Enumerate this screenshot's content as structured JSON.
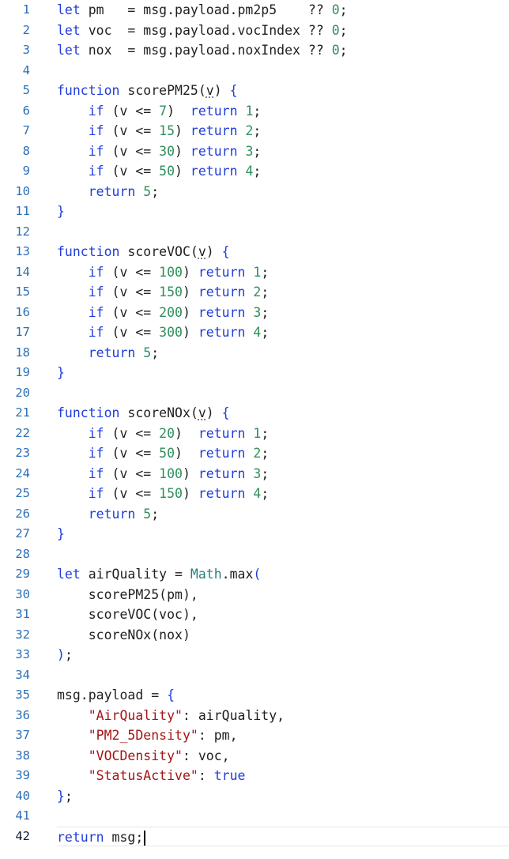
{
  "editor": {
    "lines": [
      {
        "n": "1",
        "tokens": [
          [
            "kw",
            "let"
          ],
          [
            "t",
            " pm   = msg.payload.pm2p5    ?? "
          ],
          [
            "num",
            "0"
          ],
          [
            "t",
            ";"
          ]
        ]
      },
      {
        "n": "2",
        "tokens": [
          [
            "kw",
            "let"
          ],
          [
            "t",
            " voc  = msg.payload.vocIndex ?? "
          ],
          [
            "num",
            "0"
          ],
          [
            "t",
            ";"
          ]
        ]
      },
      {
        "n": "3",
        "tokens": [
          [
            "kw",
            "let"
          ],
          [
            "t",
            " nox  = msg.payload.noxIndex ?? "
          ],
          [
            "num",
            "0"
          ],
          [
            "t",
            ";"
          ]
        ]
      },
      {
        "n": "4",
        "tokens": []
      },
      {
        "n": "5",
        "tokens": [
          [
            "kw",
            "function"
          ],
          [
            "t",
            " scorePM25("
          ],
          [
            "param",
            "v"
          ],
          [
            "t",
            ") "
          ],
          [
            "brace",
            "{"
          ]
        ]
      },
      {
        "n": "6",
        "tokens": [
          [
            "t",
            "    "
          ],
          [
            "kw",
            "if"
          ],
          [
            "t",
            " (v <= "
          ],
          [
            "num",
            "7"
          ],
          [
            "t",
            ")  "
          ],
          [
            "kw",
            "return"
          ],
          [
            "t",
            " "
          ],
          [
            "num",
            "1"
          ],
          [
            "t",
            ";"
          ]
        ]
      },
      {
        "n": "7",
        "tokens": [
          [
            "t",
            "    "
          ],
          [
            "kw",
            "if"
          ],
          [
            "t",
            " (v <= "
          ],
          [
            "num",
            "15"
          ],
          [
            "t",
            ") "
          ],
          [
            "kw",
            "return"
          ],
          [
            "t",
            " "
          ],
          [
            "num",
            "2"
          ],
          [
            "t",
            ";"
          ]
        ]
      },
      {
        "n": "8",
        "tokens": [
          [
            "t",
            "    "
          ],
          [
            "kw",
            "if"
          ],
          [
            "t",
            " (v <= "
          ],
          [
            "num",
            "30"
          ],
          [
            "t",
            ") "
          ],
          [
            "kw",
            "return"
          ],
          [
            "t",
            " "
          ],
          [
            "num",
            "3"
          ],
          [
            "t",
            ";"
          ]
        ]
      },
      {
        "n": "9",
        "tokens": [
          [
            "t",
            "    "
          ],
          [
            "kw",
            "if"
          ],
          [
            "t",
            " (v <= "
          ],
          [
            "num",
            "50"
          ],
          [
            "t",
            ") "
          ],
          [
            "kw",
            "return"
          ],
          [
            "t",
            " "
          ],
          [
            "num",
            "4"
          ],
          [
            "t",
            ";"
          ]
        ]
      },
      {
        "n": "10",
        "tokens": [
          [
            "t",
            "    "
          ],
          [
            "kw",
            "return"
          ],
          [
            "t",
            " "
          ],
          [
            "num",
            "5"
          ],
          [
            "t",
            ";"
          ]
        ]
      },
      {
        "n": "11",
        "tokens": [
          [
            "brace",
            "}"
          ]
        ]
      },
      {
        "n": "12",
        "tokens": []
      },
      {
        "n": "13",
        "tokens": [
          [
            "kw",
            "function"
          ],
          [
            "t",
            " scoreVOC("
          ],
          [
            "param",
            "v"
          ],
          [
            "t",
            ") "
          ],
          [
            "brace",
            "{"
          ]
        ]
      },
      {
        "n": "14",
        "tokens": [
          [
            "t",
            "    "
          ],
          [
            "kw",
            "if"
          ],
          [
            "t",
            " (v <= "
          ],
          [
            "num",
            "100"
          ],
          [
            "t",
            ") "
          ],
          [
            "kw",
            "return"
          ],
          [
            "t",
            " "
          ],
          [
            "num",
            "1"
          ],
          [
            "t",
            ";"
          ]
        ]
      },
      {
        "n": "15",
        "tokens": [
          [
            "t",
            "    "
          ],
          [
            "kw",
            "if"
          ],
          [
            "t",
            " (v <= "
          ],
          [
            "num",
            "150"
          ],
          [
            "t",
            ") "
          ],
          [
            "kw",
            "return"
          ],
          [
            "t",
            " "
          ],
          [
            "num",
            "2"
          ],
          [
            "t",
            ";"
          ]
        ]
      },
      {
        "n": "16",
        "tokens": [
          [
            "t",
            "    "
          ],
          [
            "kw",
            "if"
          ],
          [
            "t",
            " (v <= "
          ],
          [
            "num",
            "200"
          ],
          [
            "t",
            ") "
          ],
          [
            "kw",
            "return"
          ],
          [
            "t",
            " "
          ],
          [
            "num",
            "3"
          ],
          [
            "t",
            ";"
          ]
        ]
      },
      {
        "n": "17",
        "tokens": [
          [
            "t",
            "    "
          ],
          [
            "kw",
            "if"
          ],
          [
            "t",
            " (v <= "
          ],
          [
            "num",
            "300"
          ],
          [
            "t",
            ") "
          ],
          [
            "kw",
            "return"
          ],
          [
            "t",
            " "
          ],
          [
            "num",
            "4"
          ],
          [
            "t",
            ";"
          ]
        ]
      },
      {
        "n": "18",
        "tokens": [
          [
            "t",
            "    "
          ],
          [
            "kw",
            "return"
          ],
          [
            "t",
            " "
          ],
          [
            "num",
            "5"
          ],
          [
            "t",
            ";"
          ]
        ]
      },
      {
        "n": "19",
        "tokens": [
          [
            "brace",
            "}"
          ]
        ]
      },
      {
        "n": "20",
        "tokens": []
      },
      {
        "n": "21",
        "tokens": [
          [
            "kw",
            "function"
          ],
          [
            "t",
            " scoreNOx("
          ],
          [
            "param",
            "v"
          ],
          [
            "t",
            ") "
          ],
          [
            "brace",
            "{"
          ]
        ]
      },
      {
        "n": "22",
        "tokens": [
          [
            "t",
            "    "
          ],
          [
            "kw",
            "if"
          ],
          [
            "t",
            " (v <= "
          ],
          [
            "num",
            "20"
          ],
          [
            "t",
            ")  "
          ],
          [
            "kw",
            "return"
          ],
          [
            "t",
            " "
          ],
          [
            "num",
            "1"
          ],
          [
            "t",
            ";"
          ]
        ]
      },
      {
        "n": "23",
        "tokens": [
          [
            "t",
            "    "
          ],
          [
            "kw",
            "if"
          ],
          [
            "t",
            " (v <= "
          ],
          [
            "num",
            "50"
          ],
          [
            "t",
            ")  "
          ],
          [
            "kw",
            "return"
          ],
          [
            "t",
            " "
          ],
          [
            "num",
            "2"
          ],
          [
            "t",
            ";"
          ]
        ]
      },
      {
        "n": "24",
        "tokens": [
          [
            "t",
            "    "
          ],
          [
            "kw",
            "if"
          ],
          [
            "t",
            " (v <= "
          ],
          [
            "num",
            "100"
          ],
          [
            "t",
            ") "
          ],
          [
            "kw",
            "return"
          ],
          [
            "t",
            " "
          ],
          [
            "num",
            "3"
          ],
          [
            "t",
            ";"
          ]
        ]
      },
      {
        "n": "25",
        "tokens": [
          [
            "t",
            "    "
          ],
          [
            "kw",
            "if"
          ],
          [
            "t",
            " (v <= "
          ],
          [
            "num",
            "150"
          ],
          [
            "t",
            ") "
          ],
          [
            "kw",
            "return"
          ],
          [
            "t",
            " "
          ],
          [
            "num",
            "4"
          ],
          [
            "t",
            ";"
          ]
        ]
      },
      {
        "n": "26",
        "tokens": [
          [
            "t",
            "    "
          ],
          [
            "kw",
            "return"
          ],
          [
            "t",
            " "
          ],
          [
            "num",
            "5"
          ],
          [
            "t",
            ";"
          ]
        ]
      },
      {
        "n": "27",
        "tokens": [
          [
            "brace",
            "}"
          ]
        ]
      },
      {
        "n": "28",
        "tokens": []
      },
      {
        "n": "29",
        "tokens": [
          [
            "kw",
            "let"
          ],
          [
            "t",
            " airQuality = "
          ],
          [
            "type",
            "Math"
          ],
          [
            "t",
            ".max"
          ],
          [
            "brace",
            "("
          ]
        ]
      },
      {
        "n": "30",
        "tokens": [
          [
            "t",
            "    scorePM25(pm),"
          ]
        ]
      },
      {
        "n": "31",
        "tokens": [
          [
            "t",
            "    scoreVOC(voc),"
          ]
        ]
      },
      {
        "n": "32",
        "tokens": [
          [
            "t",
            "    scoreNOx(nox)"
          ]
        ]
      },
      {
        "n": "33",
        "tokens": [
          [
            "brace",
            ")"
          ],
          [
            "t",
            ";"
          ]
        ]
      },
      {
        "n": "34",
        "tokens": []
      },
      {
        "n": "35",
        "tokens": [
          [
            "t",
            "msg.payload = "
          ],
          [
            "brace",
            "{"
          ]
        ]
      },
      {
        "n": "36",
        "tokens": [
          [
            "t",
            "    "
          ],
          [
            "str",
            "\"AirQuality\""
          ],
          [
            "t",
            ": airQuality,"
          ]
        ]
      },
      {
        "n": "37",
        "tokens": [
          [
            "t",
            "    "
          ],
          [
            "str",
            "\"PM2_5Density\""
          ],
          [
            "t",
            ": pm,"
          ]
        ]
      },
      {
        "n": "38",
        "tokens": [
          [
            "t",
            "    "
          ],
          [
            "str",
            "\"VOCDensity\""
          ],
          [
            "t",
            ": voc,"
          ]
        ]
      },
      {
        "n": "39",
        "tokens": [
          [
            "t",
            "    "
          ],
          [
            "str",
            "\"StatusActive\""
          ],
          [
            "t",
            ": "
          ],
          [
            "kw",
            "true"
          ]
        ]
      },
      {
        "n": "40",
        "tokens": [
          [
            "brace",
            "}"
          ],
          [
            "t",
            ";"
          ]
        ]
      },
      {
        "n": "41",
        "tokens": []
      },
      {
        "n": "42",
        "tokens": [
          [
            "kw",
            "return"
          ],
          [
            "t",
            " msg;"
          ]
        ],
        "current": true
      }
    ]
  }
}
